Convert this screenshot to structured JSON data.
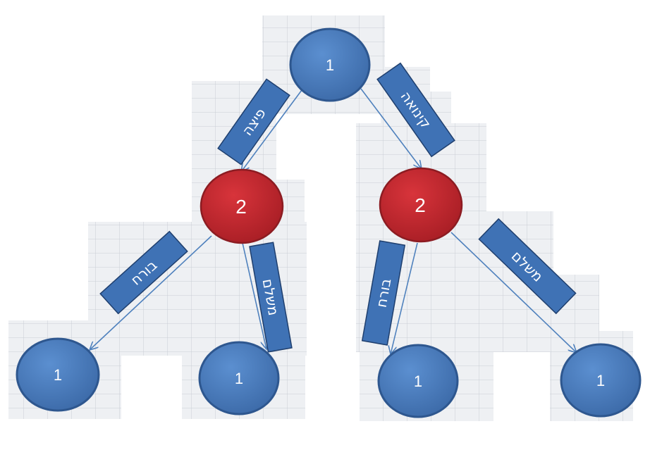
{
  "tree": {
    "root": {
      "label": "1",
      "color": "#4a7ebb"
    },
    "mid_left": {
      "label": "2",
      "color": "#c0252d"
    },
    "mid_right": {
      "label": "2",
      "color": "#c0252d"
    },
    "leaf_1": {
      "label": "1",
      "color": "#4a7ebb"
    },
    "leaf_2": {
      "label": "1",
      "color": "#4a7ebb"
    },
    "leaf_3": {
      "label": "1",
      "color": "#4a7ebb"
    },
    "leaf_4": {
      "label": "1",
      "color": "#4a7ebb"
    }
  },
  "edges": {
    "root_to_mid_left": "פיצה",
    "root_to_mid_right": "קינואה",
    "mid_left_to_leaf_1": "בורח",
    "mid_left_to_leaf_2": "משלם",
    "mid_right_to_leaf_3": "בורח",
    "mid_right_to_leaf_4": "משלם"
  },
  "colors": {
    "node_blue": "#4a7ebb",
    "node_red": "#c0252d",
    "label_box": "#3f72b5",
    "arrow": "#4f81bd",
    "grid_fill": "#eef0f3",
    "grid_line": "#c9ced6"
  }
}
